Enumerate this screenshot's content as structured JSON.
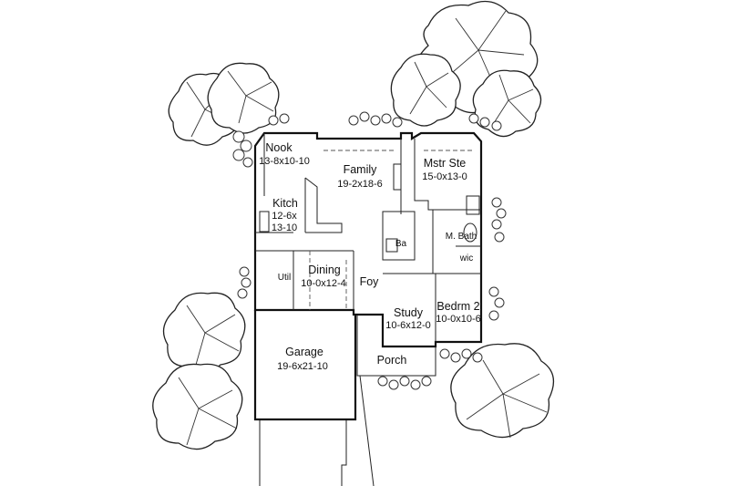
{
  "rooms": {
    "nook": {
      "name": "Nook",
      "size": "13-8x10-10"
    },
    "family": {
      "name": "Family",
      "size": "19-2x18-6"
    },
    "mstr_ste": {
      "name": "Mstr Ste",
      "size": "15-0x13-0"
    },
    "kitch": {
      "name": "Kitch",
      "size_line1": "12-6x",
      "size_line2": "13-10"
    },
    "ba": {
      "name": "Ba"
    },
    "m_bath": {
      "name": "M. Bath"
    },
    "wic": {
      "name": "wic"
    },
    "util": {
      "name": "Util"
    },
    "dining": {
      "name": "Dining",
      "size": "10-0x12-4"
    },
    "foy": {
      "name": "Foy"
    },
    "study": {
      "name": "Study",
      "size": "10-6x12-0"
    },
    "bedrm2": {
      "name": "Bedrm 2",
      "size": "10-0x10-6"
    },
    "garage": {
      "name": "Garage",
      "size": "19-6x21-10"
    },
    "porch": {
      "name": "Porch"
    }
  }
}
